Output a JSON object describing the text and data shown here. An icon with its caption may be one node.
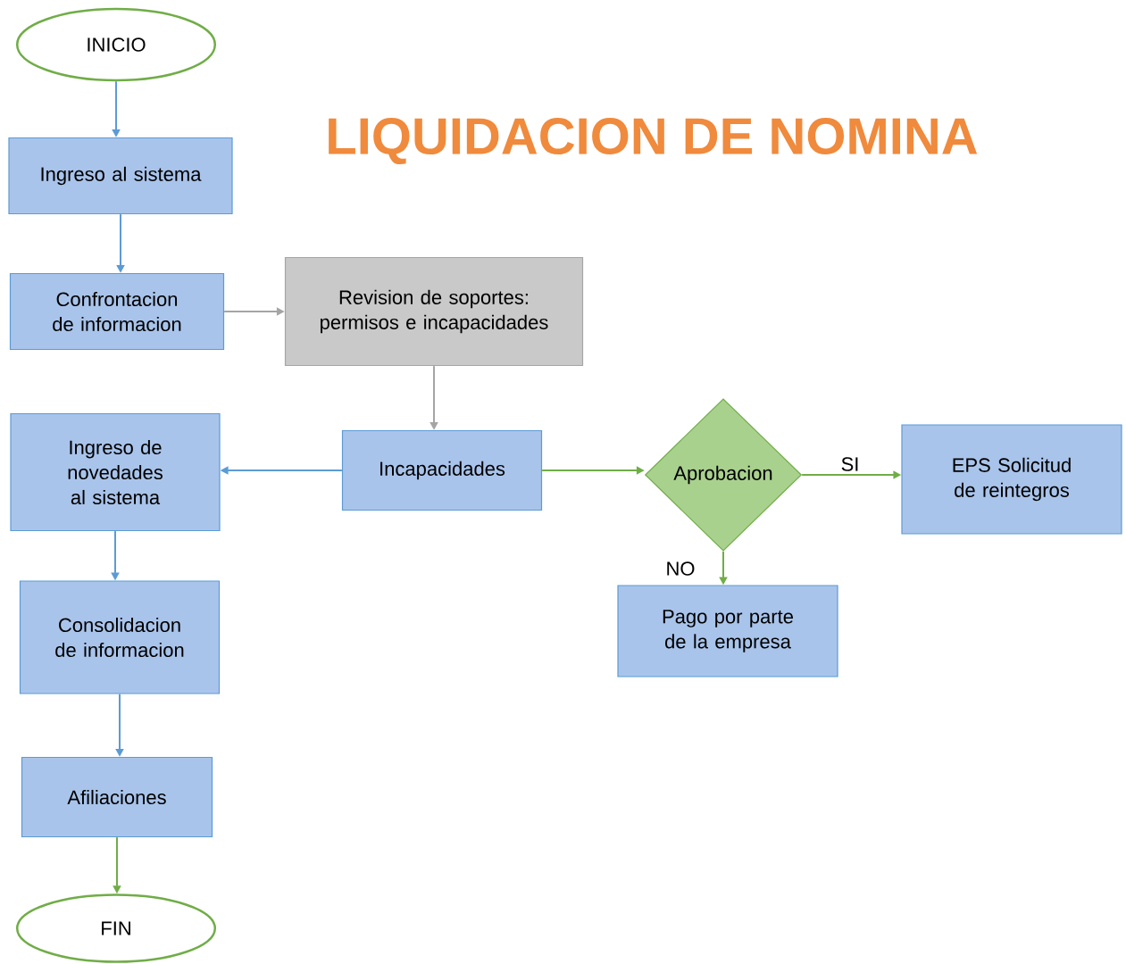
{
  "diagram": {
    "title": "LIQUIDACION DE NOMINA",
    "nodes": [
      {
        "text": [
          "INICIO"
        ]
      },
      {
        "text": [
          "Ingreso al sistema"
        ]
      },
      {
        "text": [
          "Confrontacion de informacion"
        ]
      },
      {
        "text": [
          "Revision de soportes: permisos e incapacidades"
        ]
      },
      {
        "text": [
          "Ingreso de novedades al sistema"
        ]
      },
      {
        "text": [
          "Incapacidades"
        ]
      },
      {
        "text": [
          "Aprobacion"
        ]
      },
      {
        "text": [
          "EPS Solicitud de reintegros"
        ]
      },
      {
        "text": [
          "Pago por parte de la empresa"
        ]
      },
      {
        "text": [
          "Consolidacion de informacion"
        ]
      },
      {
        "text": [
          "Afiliaciones"
        ]
      },
      {
        "text": [
          "FIN"
        ]
      }
    ],
    "edges": [
      {
        "from": 0,
        "to": 1,
        "arrow": "to"
      },
      {
        "from": 1,
        "to": 2,
        "arrow": "to"
      },
      {
        "from": 2,
        "to": 3,
        "arrow": "to",
        "color": "#a5a5a5"
      },
      {
        "from": 3,
        "to": 5,
        "arrow": "to",
        "color": "#a5a5a5"
      },
      {
        "from": 5,
        "to": 4,
        "arrow": "to"
      },
      {
        "from": 5,
        "to": 6,
        "arrow": "to",
        "color": "#70ad47"
      },
      {
        "from": 6,
        "to": 7,
        "arrow": "to",
        "label": "SI",
        "color": "#70ad47"
      },
      {
        "from": 6,
        "to": 8,
        "arrow": "to",
        "label": "NO",
        "color": "#70ad47"
      },
      {
        "from": 4,
        "to": 9,
        "arrow": "to"
      },
      {
        "from": 9,
        "to": 10,
        "arrow": "to"
      },
      {
        "from": 10,
        "to": 11,
        "arrow": "to",
        "color": "#70ad47"
      }
    ]
  }
}
